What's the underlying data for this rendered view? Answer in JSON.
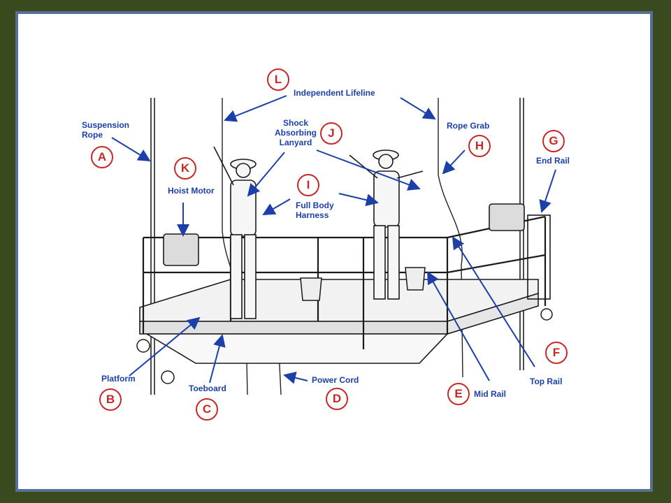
{
  "labels": {
    "suspension_rope": "Suspension\nRope",
    "hoist_motor": "Hoist Motor",
    "independent_lifeline": "Independent Lifeline",
    "shock_absorbing_lanyard": "Shock\nAbsorbing\nLanyard",
    "full_body_harness": "Full Body\nHarness",
    "rope_grab": "Rope Grab",
    "end_rail": "End Rail",
    "platform": "Platform",
    "toeboard": "Toeboard",
    "power_cord": "Power Cord",
    "mid_rail": "Mid Rail",
    "top_rail": "Top Rail"
  },
  "letters": {
    "a": "A",
    "b": "B",
    "c": "C",
    "d": "D",
    "e": "E",
    "f": "F",
    "g": "G",
    "h": "H",
    "i": "I",
    "j": "J",
    "k": "K",
    "l": "L"
  },
  "colors": {
    "outer_background": "#3a4a1f",
    "frame_border": "#5a6e9a",
    "label_text": "#1c3fa8",
    "letter_circle": "#c62828",
    "drawing": "#1a1a1a"
  }
}
